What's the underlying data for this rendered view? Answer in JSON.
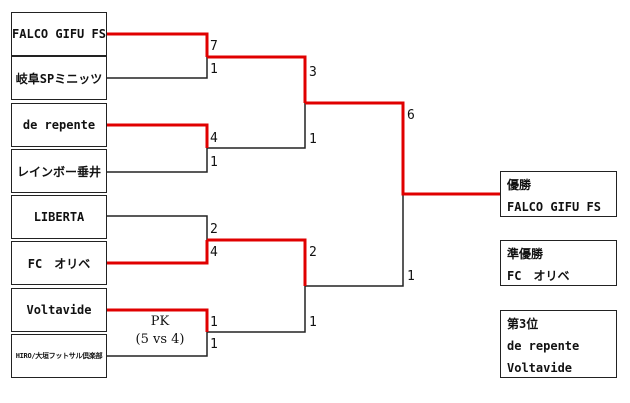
{
  "teams": [
    "FALCO GIFU FS",
    "岐阜SPミニッツ",
    "de repente",
    "レインボー垂井",
    "LIBERTA",
    "FC　オリベ",
    "Voltavide",
    "HIRO/大垣フットサル倶楽部"
  ],
  "round1_scores": [
    "7",
    "1",
    "4",
    "1",
    "2",
    "4",
    "1",
    "1"
  ],
  "pk_note": {
    "label": "PK",
    "detail": "(5 vs 4)"
  },
  "semifinal_scores": [
    "3",
    "1",
    "2",
    "1"
  ],
  "final_scores": [
    "6",
    "1"
  ],
  "results": {
    "champion": {
      "label": "優勝",
      "team": "FALCO GIFU FS"
    },
    "runner_up": {
      "label": "準優勝",
      "team": "FC　オリベ"
    },
    "third_place": {
      "label": "第3位",
      "teams": [
        "de repente",
        "Voltavide"
      ]
    }
  },
  "colors": {
    "winner_line": "#e00000",
    "line": "#222222"
  }
}
